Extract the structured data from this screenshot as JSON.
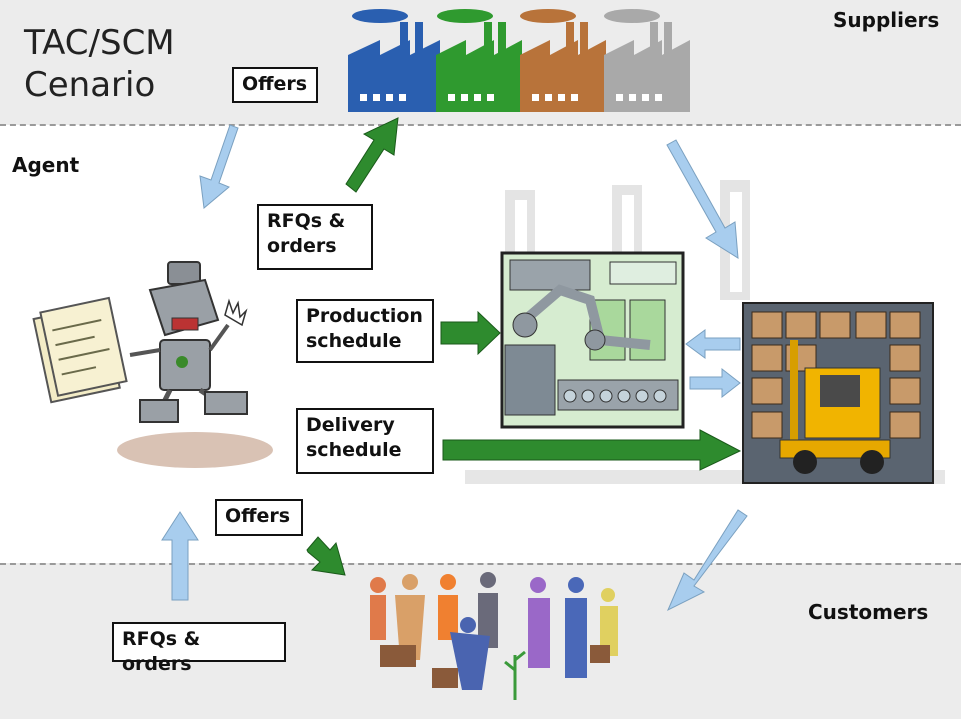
{
  "title_line1": "TAC/SCM",
  "title_line2": "Cenario",
  "labels": {
    "suppliers": "Suppliers",
    "agent": "Agent",
    "customers": "Customers"
  },
  "boxes": {
    "offers_top": "Offers",
    "rfqs_orders_top_1": "RFQs &",
    "rfqs_orders_top_2": "orders",
    "production_1": "Production",
    "production_2": "schedule",
    "delivery_1": "Delivery",
    "delivery_2": "schedule",
    "offers_bottom": "Offers",
    "rfqs_orders_bottom": "RFQs & orders"
  },
  "colors": {
    "flow_blue": "#a8cdee",
    "flow_green": "#2e8b2e",
    "factory_blue": "#2a5fb0",
    "factory_green": "#2f9a2f",
    "factory_brown": "#b8733a",
    "factory_gray": "#a9a9a9"
  }
}
